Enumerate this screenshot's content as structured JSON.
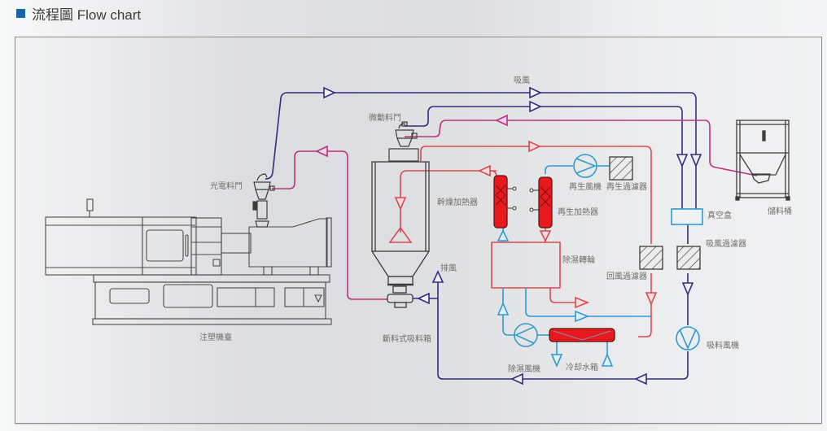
{
  "header": {
    "title": "流程圖 Flow chart",
    "marker_color": "#1a64a8"
  },
  "colors": {
    "suction_line": "#2e2f82",
    "return_material_line": "#b8347f",
    "hot_air_line": "#d94a52",
    "cooling_line": "#2f9bd0",
    "heater_fill": "#e8191d",
    "equipment_stroke": "#3c3c3c"
  },
  "labels": {
    "suction_air": "吸風",
    "micro_hopper": "微動料鬥",
    "photo_hopper": "光電料鬥",
    "injection_machine": "注塑機臺",
    "drying_heater": "幹燥加熱器",
    "regen_heater": "再生加熱器",
    "regen_blower": "再生風機",
    "regen_filter": "再生過濾器",
    "vacuum_box": "真空盒",
    "storage_bin": "儲料桶",
    "suction_filter": "吸風過濾器",
    "dehumid_rotor": "除濕轉輪",
    "return_filter": "回風過濾器",
    "exhaust": "排風",
    "cutoff_hopper": "斷料式吸料箱",
    "suction_blower": "吸料風機",
    "dehumid_blower": "除濕風機",
    "cooling_tank": "冷却水箱"
  }
}
